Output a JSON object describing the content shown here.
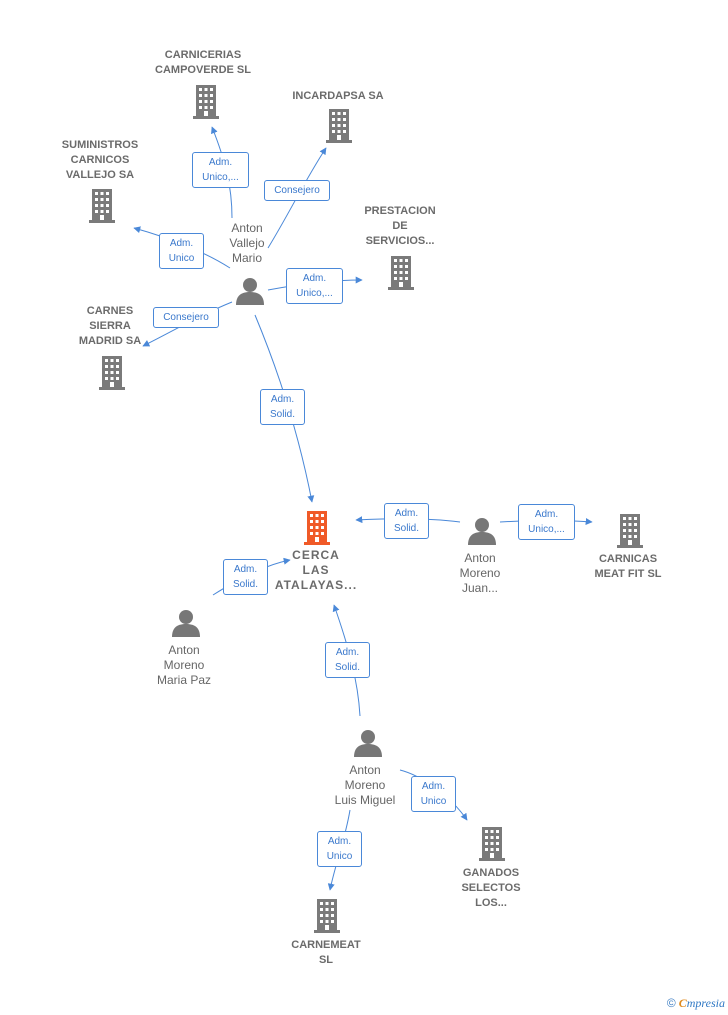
{
  "colors": {
    "edge": "#4a88d8",
    "building": "#7a7a7a",
    "main_building": "#f05a28",
    "person": "#777777"
  },
  "nodes": {
    "carnicerias": {
      "label": "CARNICERIAS\nCAMPOVERDE SL"
    },
    "incardapsa": {
      "label": "INCARDAPSA SA"
    },
    "suministros": {
      "label": "SUMINISTROS\nCARNICOS\nVALLEJO SA"
    },
    "prestacion": {
      "label": "PRESTACION\nDE\nSERVICIOS..."
    },
    "carnes_sierra": {
      "label": "CARNES\nSIERRA\nMADRID SA"
    },
    "cerca": {
      "label": "CERCA\nLAS\nATALAYAS..."
    },
    "carnicas": {
      "label": "CARNICAS\nMEAT FIT  SL"
    },
    "ganados": {
      "label": "GANADOS\nSELECTOS\nLOS..."
    },
    "carnemeat": {
      "label": "CARNEMEAT\nSL"
    },
    "anton_vallejo": {
      "label": "Anton\nVallejo\nMario"
    },
    "anton_juan": {
      "label": "Anton\nMoreno\nJuan..."
    },
    "anton_maria": {
      "label": "Anton\nMoreno\nMaria Paz"
    },
    "anton_luis": {
      "label": "Anton\nMoreno\nLuis Miguel"
    }
  },
  "edges": [
    {
      "label": "Adm.\nUnico,..."
    },
    {
      "label": "Consejero"
    },
    {
      "label": "Adm.\nUnico"
    },
    {
      "label": "Adm.\nUnico,..."
    },
    {
      "label": "Consejero"
    },
    {
      "label": "Adm.\nSolid."
    },
    {
      "label": "Adm.\nSolid."
    },
    {
      "label": "Adm.\nUnico,..."
    },
    {
      "label": "Adm.\nSolid."
    },
    {
      "label": "Adm.\nSolid."
    },
    {
      "label": "Adm.\nUnico"
    },
    {
      "label": "Adm.\nUnico"
    }
  ],
  "footer": {
    "copyright": "©",
    "brand_e": "C",
    "brand_rest": "mpresia"
  }
}
